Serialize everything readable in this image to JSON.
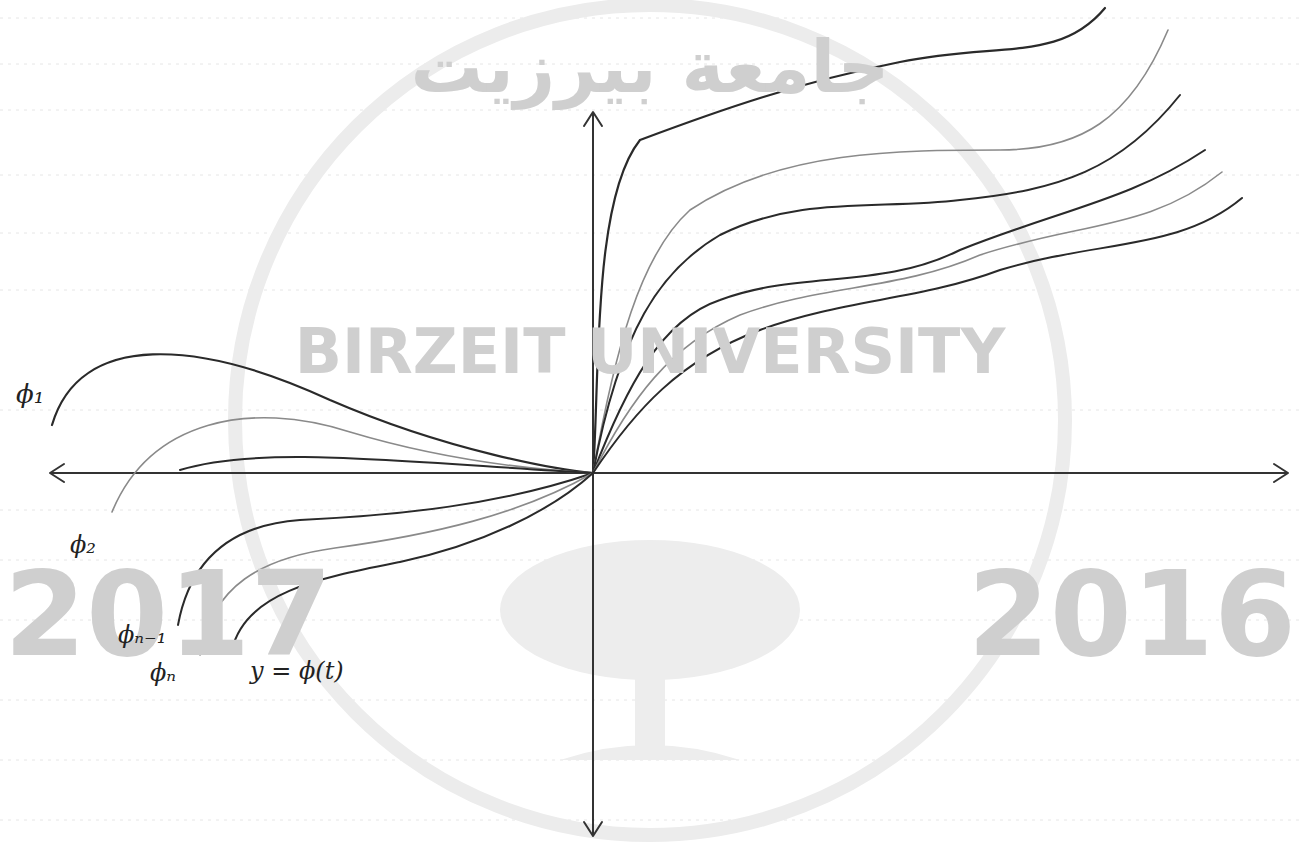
{
  "diagram": {
    "labels": [
      "جامعة بيرزيت",
      "BIRZEIT UNIVERSITY",
      "2017",
      "2016",
      "ϕ₁",
      "ϕ₂",
      "ϕₙ₋₁",
      "ϕₙ",
      "y = ϕ(t)"
    ]
  }
}
